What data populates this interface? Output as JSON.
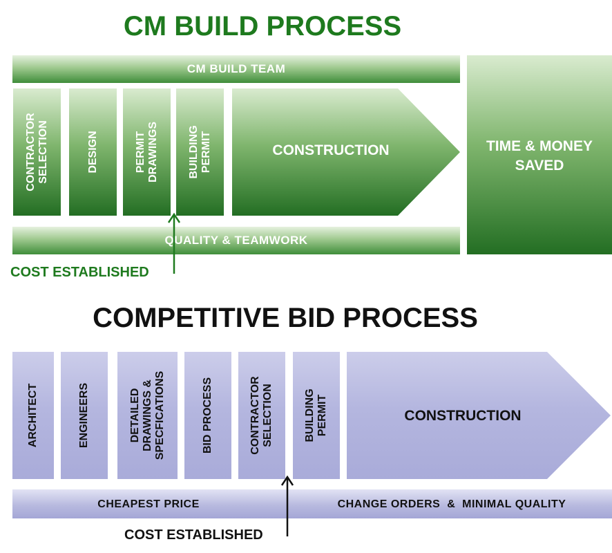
{
  "cm": {
    "title": "CM BUILD PROCESS",
    "team_band": "CM BUILD TEAM",
    "stages": [
      {
        "line1": "CONTRACTOR",
        "line2": "SELECTION"
      },
      {
        "line1": "DESIGN",
        "line2": ""
      },
      {
        "line1": "PERMIT",
        "line2": "DRAWINGS"
      },
      {
        "line1": "BUILDING",
        "line2": "PERMIT"
      }
    ],
    "construction": "CONSTRUCTION",
    "saved_line1": "TIME & MONEY",
    "saved_line2": "SAVED",
    "quality_band": "QUALITY & TEAMWORK",
    "cost_label": "COST ESTABLISHED",
    "accent": "#1e7a1e"
  },
  "bid": {
    "title": "COMPETITIVE BID PROCESS",
    "stages": [
      {
        "line1": "ARCHITECT",
        "line2": "",
        "line3": ""
      },
      {
        "line1": "ENGINEERS",
        "line2": "",
        "line3": ""
      },
      {
        "line1": "DETAILED",
        "line2": "DRAWINGS &",
        "line3": "SPECFICATIONS"
      },
      {
        "line1": "BID PROCESS",
        "line2": "",
        "line3": ""
      },
      {
        "line1": "CONTRACTOR",
        "line2": "SELECTION",
        "line3": ""
      },
      {
        "line1": "BUILDING",
        "line2": "PERMIT",
        "line3": ""
      }
    ],
    "construction": "CONSTRUCTION",
    "cheapest_price": "CHEAPEST PRICE",
    "change_orders": "CHANGE ORDERS  &  MINIMAL QUALITY",
    "cost_label": "COST ESTABLISHED",
    "accent": "#a9abd9"
  }
}
